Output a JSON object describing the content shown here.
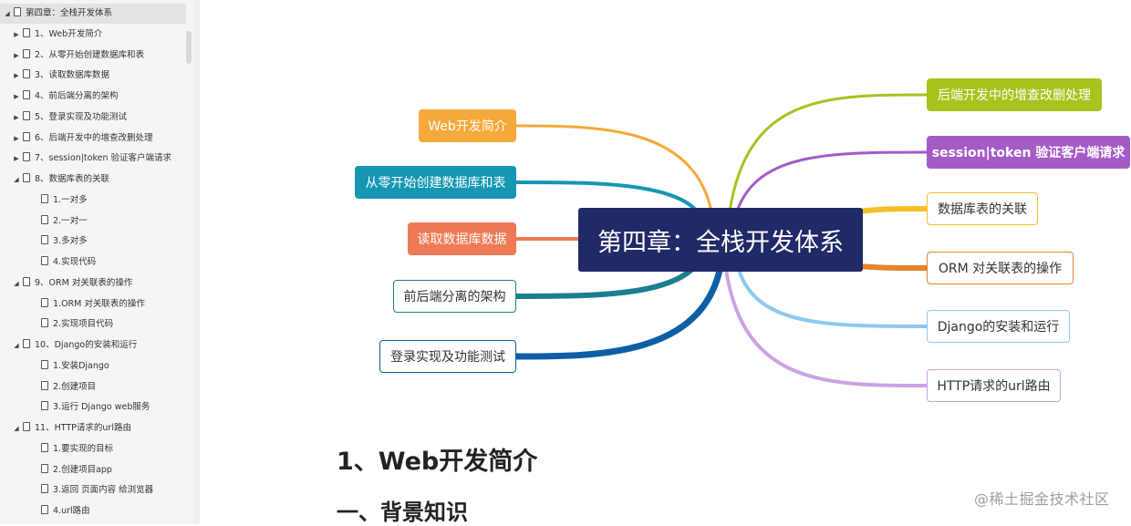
{
  "sidebar": {
    "items": [
      {
        "label": "第四章：全栈开发体系",
        "level": 0,
        "arrow": "down"
      },
      {
        "label": "1、Web开发简介",
        "level": 1,
        "arrow": "right"
      },
      {
        "label": "2、从零开始创建数据库和表",
        "level": 1,
        "arrow": "right"
      },
      {
        "label": "3、读取数据库数据",
        "level": 1,
        "arrow": "right"
      },
      {
        "label": "4、前后端分离的架构",
        "level": 1,
        "arrow": "right"
      },
      {
        "label": "5、登录实现及功能测试",
        "level": 1,
        "arrow": "right"
      },
      {
        "label": "6、后端开发中的增查改删处理",
        "level": 1,
        "arrow": "right"
      },
      {
        "label": "7、session|token 验证客户端请求",
        "level": 1,
        "arrow": "right"
      },
      {
        "label": "8、数据库表的关联",
        "level": 1,
        "arrow": "down"
      },
      {
        "label": "1.一对多",
        "level": 2,
        "arrow": ""
      },
      {
        "label": "2.一对一",
        "level": 2,
        "arrow": ""
      },
      {
        "label": "3.多对多",
        "level": 2,
        "arrow": ""
      },
      {
        "label": "4.实现代码",
        "level": 2,
        "arrow": ""
      },
      {
        "label": "9、ORM 对关联表的操作",
        "level": 1,
        "arrow": "down"
      },
      {
        "label": "1.ORM 对关联表的操作",
        "level": 2,
        "arrow": ""
      },
      {
        "label": "2.实现项目代码",
        "level": 2,
        "arrow": ""
      },
      {
        "label": "10、Django的安装和运行",
        "level": 1,
        "arrow": "down"
      },
      {
        "label": "1.安装Django",
        "level": 2,
        "arrow": ""
      },
      {
        "label": "2.创建项目",
        "level": 2,
        "arrow": ""
      },
      {
        "label": "3.运行 Django web服务",
        "level": 2,
        "arrow": ""
      },
      {
        "label": "11、HTTP请求的url路由",
        "level": 1,
        "arrow": "down"
      },
      {
        "label": "1.要实现的目标",
        "level": 2,
        "arrow": ""
      },
      {
        "label": "2.创建项目app",
        "level": 2,
        "arrow": ""
      },
      {
        "label": "3.返回 页面内容 给浏览器",
        "level": 2,
        "arrow": ""
      },
      {
        "label": "4.url路由",
        "level": 2,
        "arrow": ""
      }
    ]
  },
  "mindmap": {
    "center": "第四章：全栈开发体系",
    "left": [
      {
        "label": "Web开发简介",
        "color": "#f5a93a",
        "style": "filled"
      },
      {
        "label": "从零开始创建数据库和表",
        "color": "#1597b4",
        "style": "filled"
      },
      {
        "label": "读取数据库数据",
        "color": "#ee7a55",
        "style": "filled"
      },
      {
        "label": "前后端分离的架构",
        "color": "#1b7f8f",
        "style": "outlined"
      },
      {
        "label": "登录实现及功能测试",
        "color": "#0d5ea6",
        "style": "outlined"
      }
    ],
    "right": [
      {
        "label": "后端开发中的增查改删处理",
        "color": "#a9c21e",
        "style": "filled"
      },
      {
        "label": "session|token 验证客户端请求",
        "color": "#a55bc6",
        "style": "filled"
      },
      {
        "label": "数据库表的关联",
        "color": "#f5bf2a",
        "style": "outlined"
      },
      {
        "label": "ORM 对关联表的操作",
        "color": "#e5832c",
        "style": "outlined"
      },
      {
        "label": "Django的安装和运行",
        "color": "#8ec8f2",
        "style": "outlined"
      },
      {
        "label": "HTTP请求的url路由",
        "color": "#caa3e4",
        "style": "outlined"
      }
    ]
  },
  "content": {
    "heading1": "1、Web开发简介",
    "heading2": "一、背景知识"
  },
  "watermark": {
    "text": "@稀土掘金技术社区",
    "text2": "@稀土掘金技术社区"
  }
}
